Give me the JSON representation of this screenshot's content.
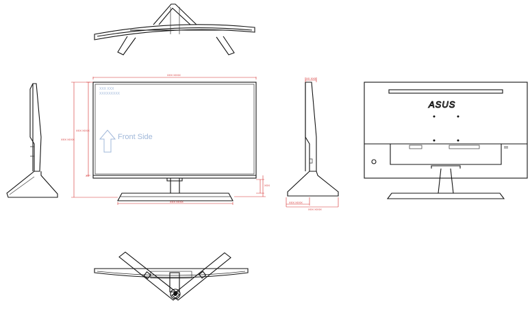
{
  "front_view": {
    "watermark": "Front Side",
    "spec_line1": "XXX XXX",
    "spec_line2": "XXXXXXXXX"
  },
  "rear_view": {
    "brand_logo": "ASUS"
  },
  "dimensions": {
    "front_width": "XXX XXXX",
    "front_height": "XXX XXXX",
    "front_total_height": "XXX XXXX",
    "front_base_width": "XXX XXXX",
    "front_bottom_gap": "XX",
    "front_stand_height": "XXX",
    "side_depth_top": "XX XXX",
    "side_base_depth": "XXX XXXX",
    "side_total_depth": "XXX XXXX"
  },
  "colors": {
    "line": "#111111",
    "dimension": "#d42a2a",
    "watermark": "#9fb7d9"
  }
}
